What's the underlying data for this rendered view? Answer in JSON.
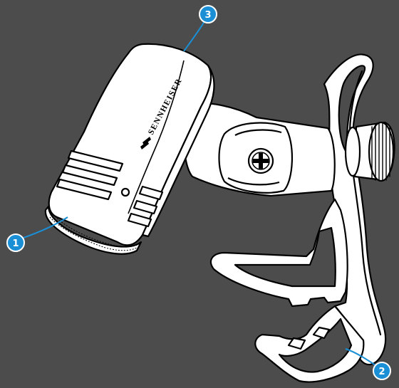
{
  "brand": "SENNHEISER",
  "callouts": [
    {
      "number": "1"
    },
    {
      "number": "2"
    },
    {
      "number": "3"
    }
  ],
  "colors": {
    "background": "#4c4c4c",
    "line_art": "#000000",
    "fill": "#ffffff",
    "callout_badge": "#1a8fd6"
  }
}
